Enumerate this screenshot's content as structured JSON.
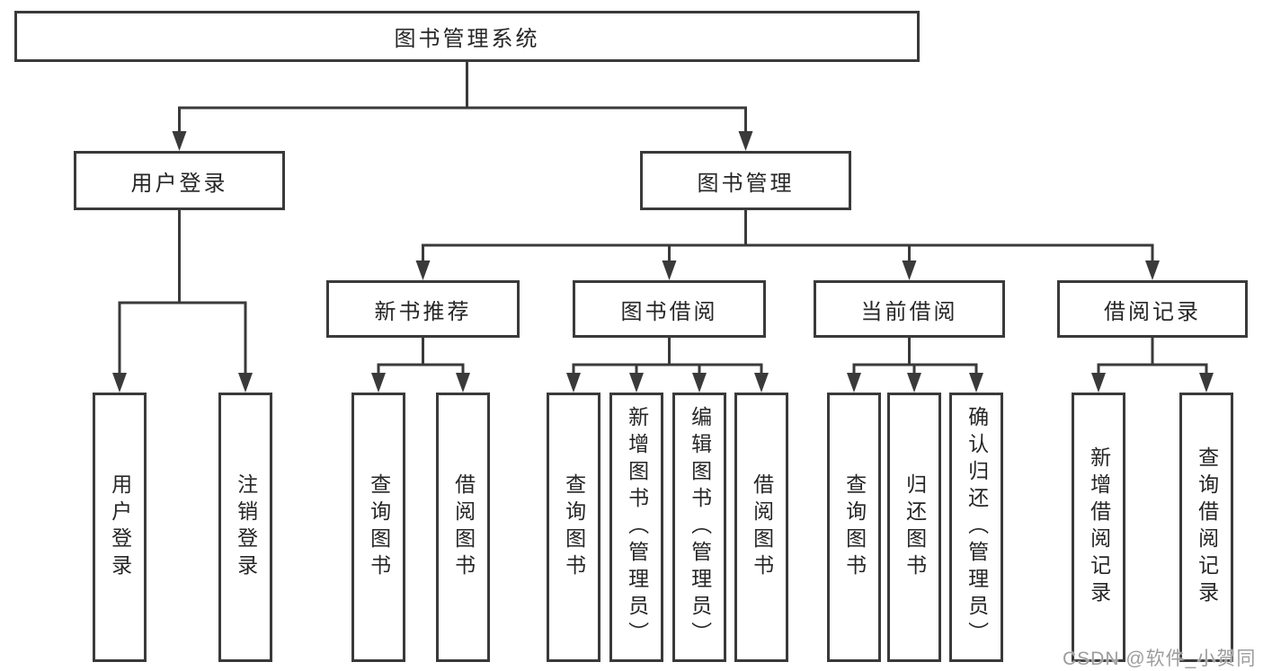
{
  "diagram_title": "图书管理系统",
  "tree": {
    "root": {
      "label": "图书管理系统"
    },
    "user_login": {
      "label": "用户登录",
      "children": [
        {
          "label": "用户登录"
        },
        {
          "label": "注销登录"
        }
      ]
    },
    "book_mgmt": {
      "label": "图书管理",
      "children": [
        {
          "label": "新书推荐",
          "children": [
            {
              "label": "查询图书"
            },
            {
              "label": "借阅图书"
            }
          ]
        },
        {
          "label": "图书借阅",
          "children": [
            {
              "label": "查询图书"
            },
            {
              "label": "新增图书（管理员）"
            },
            {
              "label": "编辑图书（管理员）"
            },
            {
              "label": "借阅图书"
            }
          ]
        },
        {
          "label": "当前借阅",
          "children": [
            {
              "label": "查询图书"
            },
            {
              "label": "归还图书"
            },
            {
              "label": "确认归还（管理员）"
            }
          ]
        },
        {
          "label": "借阅记录",
          "children": [
            {
              "label": "新增借阅记录"
            },
            {
              "label": "查询借阅记录"
            }
          ]
        }
      ]
    }
  },
  "watermark": {
    "text": "CSDN @软件_小贺同学"
  },
  "colors": {
    "line": "#3a3a3a",
    "text": "#262626",
    "box_background": "#ffffff",
    "watermark_text": "#9d9d9d"
  }
}
